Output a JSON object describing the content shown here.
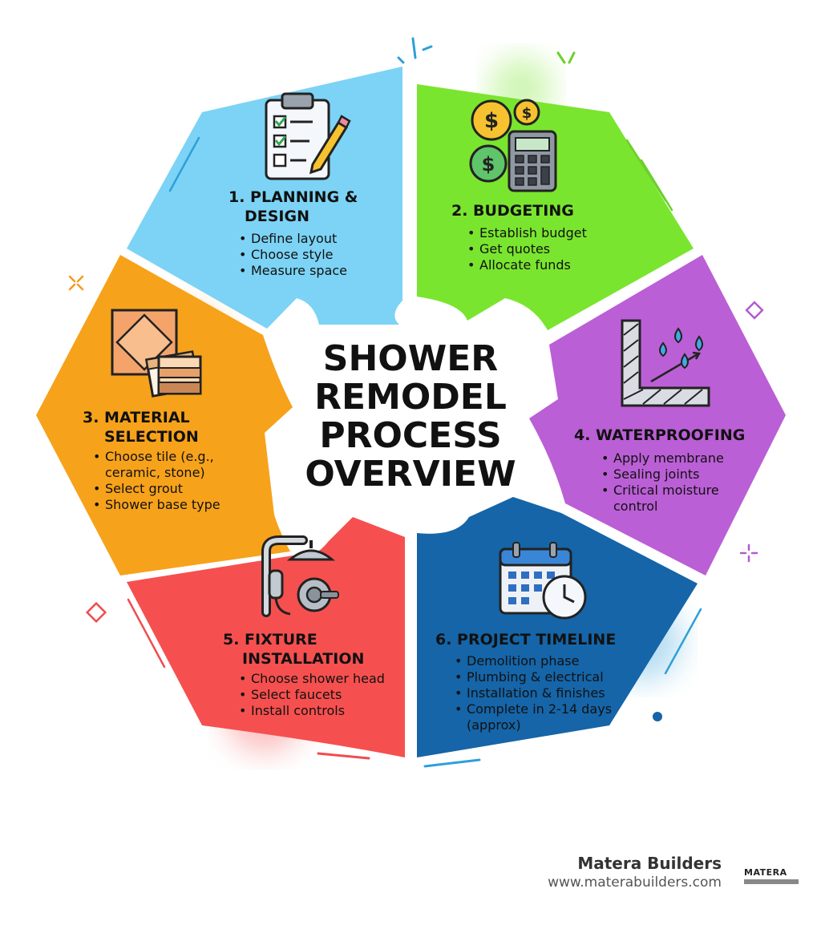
{
  "title_lines": [
    "SHOWER",
    "REMODEL",
    "PROCESS",
    "OVERVIEW"
  ],
  "segments": [
    {
      "id": "planning",
      "title_lines": [
        "1. PLANNING &",
        "DESIGN"
      ],
      "bullets": [
        "Define layout",
        "Choose style",
        "Measure space"
      ],
      "color": "#7cd3f5",
      "icon": "clipboard-icon"
    },
    {
      "id": "budgeting",
      "title_lines": [
        "2. BUDGETING"
      ],
      "bullets": [
        "Establish budget",
        "Get quotes",
        "Allocate funds"
      ],
      "color": "#7ae52e",
      "icon": "calculator-icon"
    },
    {
      "id": "material",
      "title_lines": [
        "3. MATERIAL",
        "SELECTION"
      ],
      "bullets": [
        "Choose tile (e.g.,",
        "ceramic, stone)",
        "Select grout",
        "Shower base type"
      ],
      "bullet_starts": [
        true,
        false,
        true,
        true
      ],
      "color": "#f7a21b",
      "icon": "tile-samples-icon"
    },
    {
      "id": "waterproofing",
      "title_lines": [
        "4. WATERPROOFING"
      ],
      "bullets": [
        "Apply membrane",
        "Sealing joints",
        "Critical moisture",
        "control"
      ],
      "bullet_starts": [
        true,
        true,
        true,
        false
      ],
      "color": "#bb5fd6",
      "icon": "water-drops-icon"
    },
    {
      "id": "fixture",
      "title_lines": [
        "5. FIXTURE",
        "INSTALLATION"
      ],
      "bullets": [
        "Choose shower head",
        "Select faucets",
        "Install controls"
      ],
      "color": "#f5504f",
      "icon": "shower-head-icon"
    },
    {
      "id": "timeline",
      "title_lines": [
        "6. PROJECT TIMELINE"
      ],
      "bullets": [
        "Demolition phase",
        "Plumbing & electrical",
        "Installation & finishes",
        "Complete in 2-14 days",
        "(approx)"
      ],
      "bullet_starts": [
        true,
        true,
        true,
        true,
        false
      ],
      "color": "#1565a8",
      "icon": "calendar-clock-icon"
    }
  ],
  "footer": {
    "company": "Matera Builders",
    "url": "www.materabuilders.com",
    "logo_text": "MATERA"
  },
  "colors": {
    "accent_blue": "#2f9fd8",
    "accent_green": "#6ccf2a",
    "accent_orange": "#f59a1c",
    "accent_red": "#ef4d50",
    "accent_purple": "#b35bd0"
  }
}
